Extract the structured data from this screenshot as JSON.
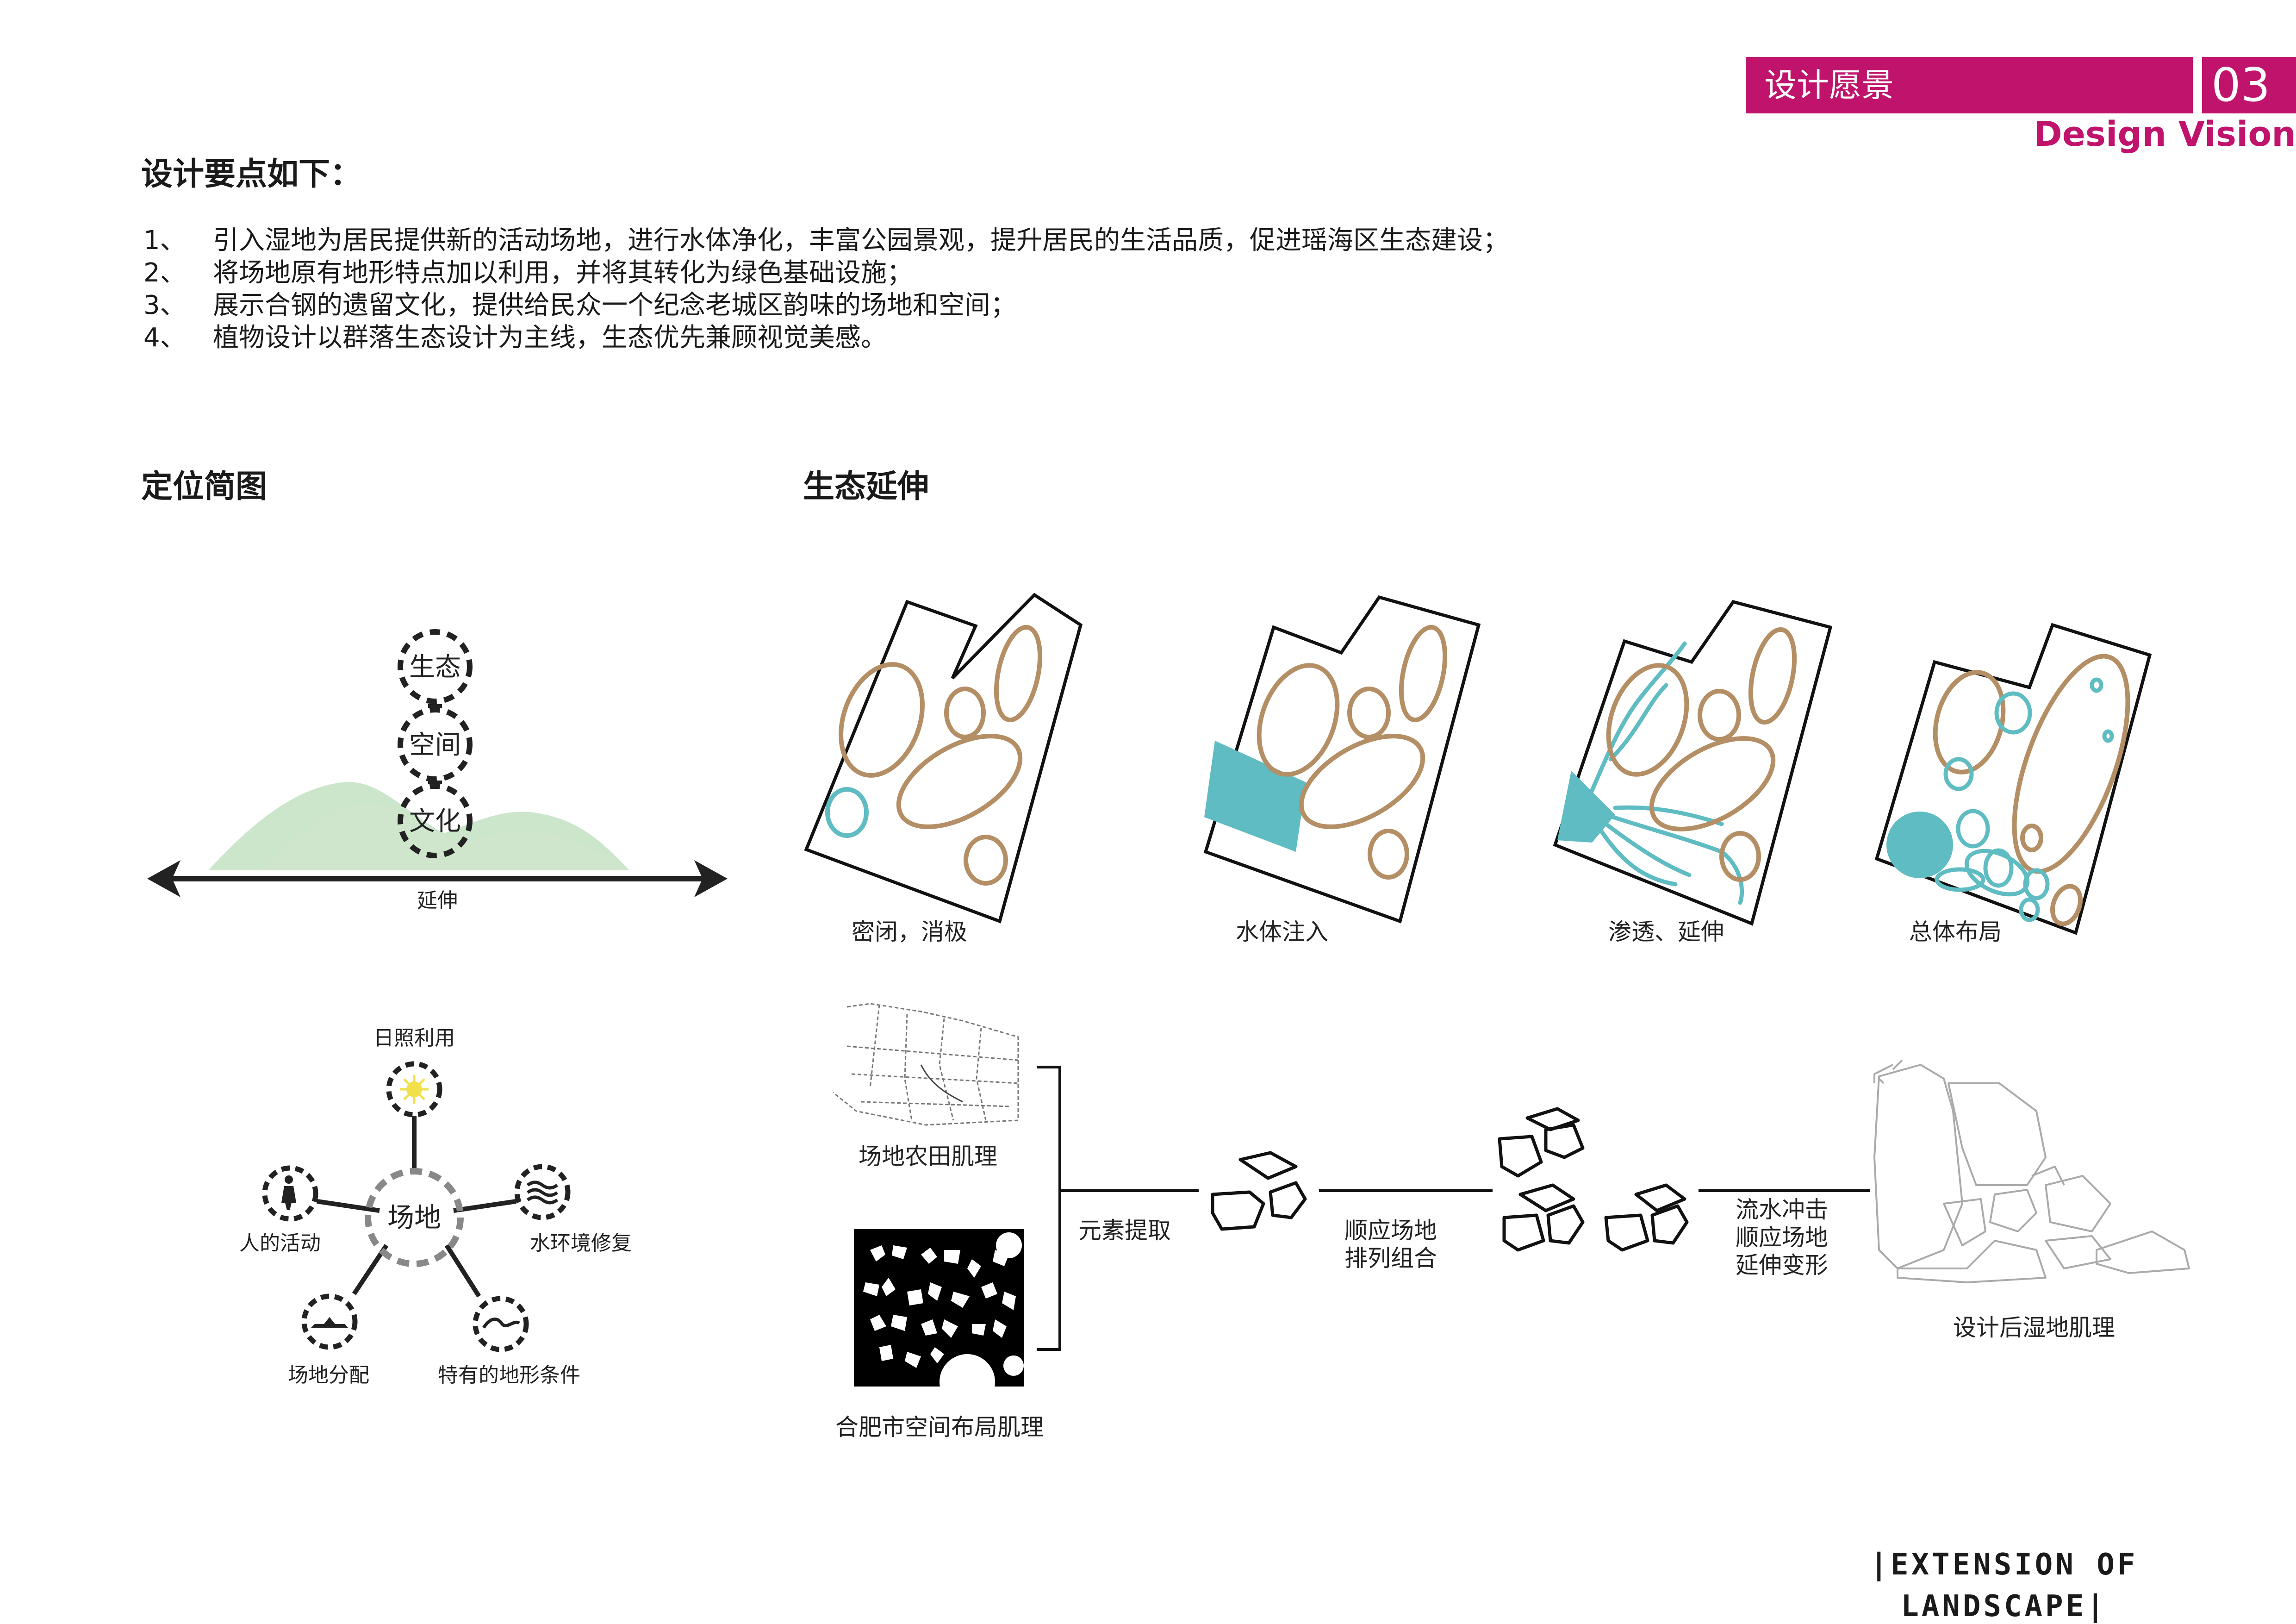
{
  "header": {
    "title_cn": "设计愿景",
    "page_number": "03",
    "title_en": "Design Vision"
  },
  "intro": {
    "heading": "设计要点如下：",
    "points": [
      {
        "num": "1、",
        "text": "引入湿地为居民提供新的活动场地，进行水体净化，丰富公园景观，提升居民的生活品质，促进瑶海区生态建设；"
      },
      {
        "num": "2、",
        "text": "将场地原有地形特点加以利用，并将其转化为绿色基础设施；"
      },
      {
        "num": "3、",
        "text": "展示合钢的遗留文化，提供给民众一个纪念老城区韵味的场地和空间；"
      },
      {
        "num": "4、",
        "text": "植物设计以群落生态设计为主线，生态优先兼顾视觉美感。"
      }
    ]
  },
  "positioning": {
    "heading": "定位简图",
    "circles": [
      "生态",
      "空间",
      "文化"
    ],
    "axis_label": "延伸"
  },
  "radial": {
    "center": "场地",
    "nodes": [
      "日照利用",
      "人的活动",
      "水环境修复",
      "场地分配",
      "特有的地形条件"
    ]
  },
  "eco": {
    "heading": "生态延伸",
    "steps": [
      "密闭，消极",
      "水体注入",
      "渗透、延伸",
      "总体布局"
    ]
  },
  "texture": {
    "source_1": "场地农田肌理",
    "source_2": "合肥市空间布局肌理",
    "step_1": "元素提取",
    "step_2_line1": "顺应场地",
    "step_2_line2": "排列组合",
    "step_3_line1": "流水冲击",
    "step_3_line2": "顺应场地",
    "step_3_line3": "延伸变形",
    "result": "设计后湿地肌理"
  },
  "footer": {
    "text": "|EXTENSION OF LANDSCAPE|"
  },
  "colors": {
    "accent": "#c0146c",
    "water": "#5fbcc2",
    "pond_outline": "#b48f65",
    "hill_green": "#b7dcb6"
  }
}
